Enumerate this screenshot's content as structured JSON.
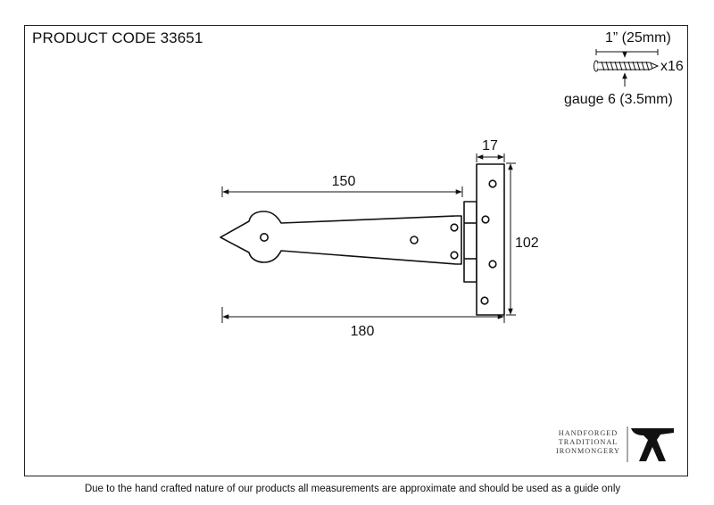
{
  "header": {
    "product_code": "PRODUCT CODE 33651"
  },
  "fixings": {
    "screw_length": "1” (25mm)",
    "quantity": "x16",
    "gauge": "gauge 6 (3.5mm)"
  },
  "dimensions": {
    "strap_length": "150",
    "overall_length": "180",
    "plate_width": "17",
    "plate_height": "102"
  },
  "brand": {
    "lines": [
      "HANDFORGED",
      "TRADITIONAL",
      "IRONMONGERY"
    ],
    "mark": "anvil-logo"
  },
  "footer": {
    "disclaimer": "Due to the hand crafted nature of our products all measurements are approximate and should be used as a guide only"
  }
}
